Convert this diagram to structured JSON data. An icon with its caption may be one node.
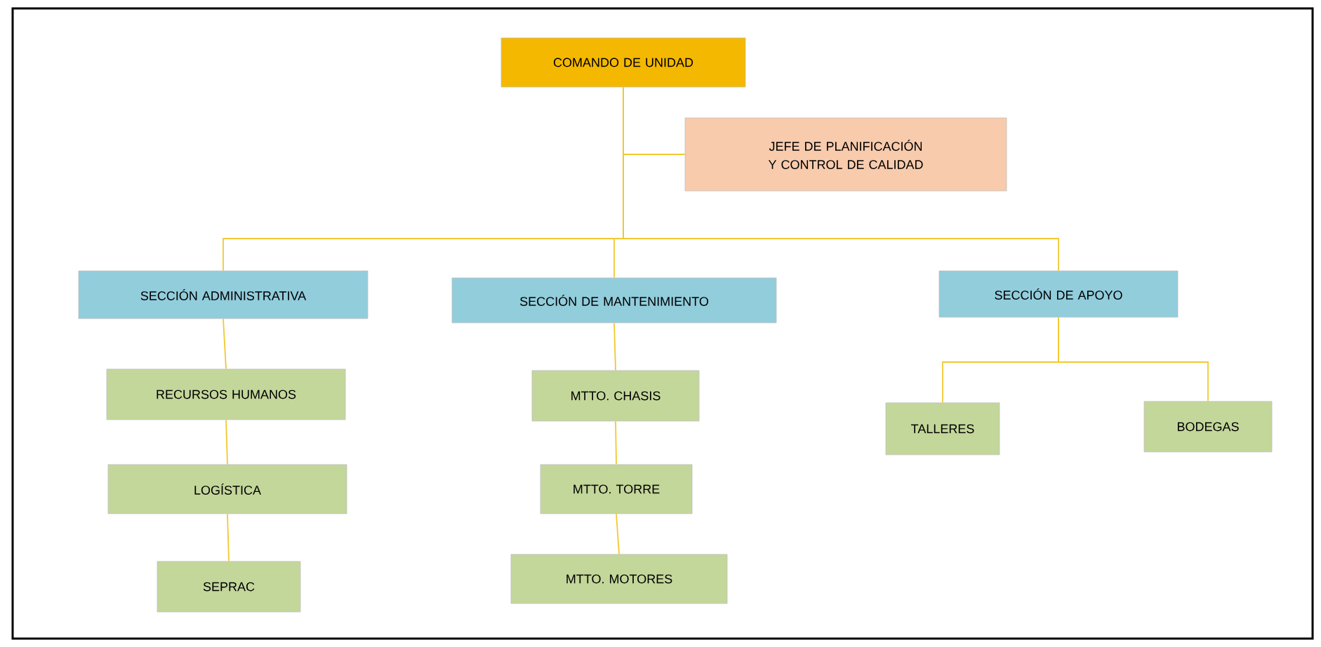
{
  "diagram": {
    "nodes": [
      {
        "text": [
          "COMANDO DE UNIDAD"
        ]
      },
      {
        "text": [
          "JEFE DE PLANIFICACIÓN Y CONTROL DE CALIDAD"
        ]
      },
      {
        "text": [
          "SECCIÓN ADMINISTRATIVA"
        ]
      },
      {
        "text": [
          "SECCIÓN DE MANTENIMIENTO"
        ]
      },
      {
        "text": [
          "SECCIÓN DE APOYO"
        ]
      },
      {
        "text": [
          "RECURSOS HUMANOS"
        ]
      },
      {
        "text": [
          "LOGÍSTICA"
        ]
      },
      {
        "text": [
          "SEPRAC"
        ]
      },
      {
        "text": [
          "MTTO. CHASIS"
        ]
      },
      {
        "text": [
          "MTTO. TORRE"
        ]
      },
      {
        "text": [
          "MTTO. MOTORES"
        ]
      },
      {
        "text": [
          "TALLERES"
        ]
      },
      {
        "text": [
          "BODEGAS"
        ]
      }
    ],
    "edges": [
      {
        "from": 0,
        "to": 1,
        "arrow": "none"
      },
      {
        "from": 0,
        "to": 2,
        "arrow": "none"
      },
      {
        "from": 0,
        "to": 3,
        "arrow": "none"
      },
      {
        "from": 0,
        "to": 4,
        "arrow": "none"
      },
      {
        "from": 2,
        "to": 5,
        "arrow": "none"
      },
      {
        "from": 5,
        "to": 6,
        "arrow": "none"
      },
      {
        "from": 6,
        "to": 7,
        "arrow": "none"
      },
      {
        "from": 3,
        "to": 8,
        "arrow": "none"
      },
      {
        "from": 8,
        "to": 9,
        "arrow": "none"
      },
      {
        "from": 9,
        "to": 10,
        "arrow": "none"
      },
      {
        "from": 4,
        "to": 11,
        "arrow": "none"
      },
      {
        "from": 4,
        "to": 12,
        "arrow": "none"
      }
    ]
  }
}
